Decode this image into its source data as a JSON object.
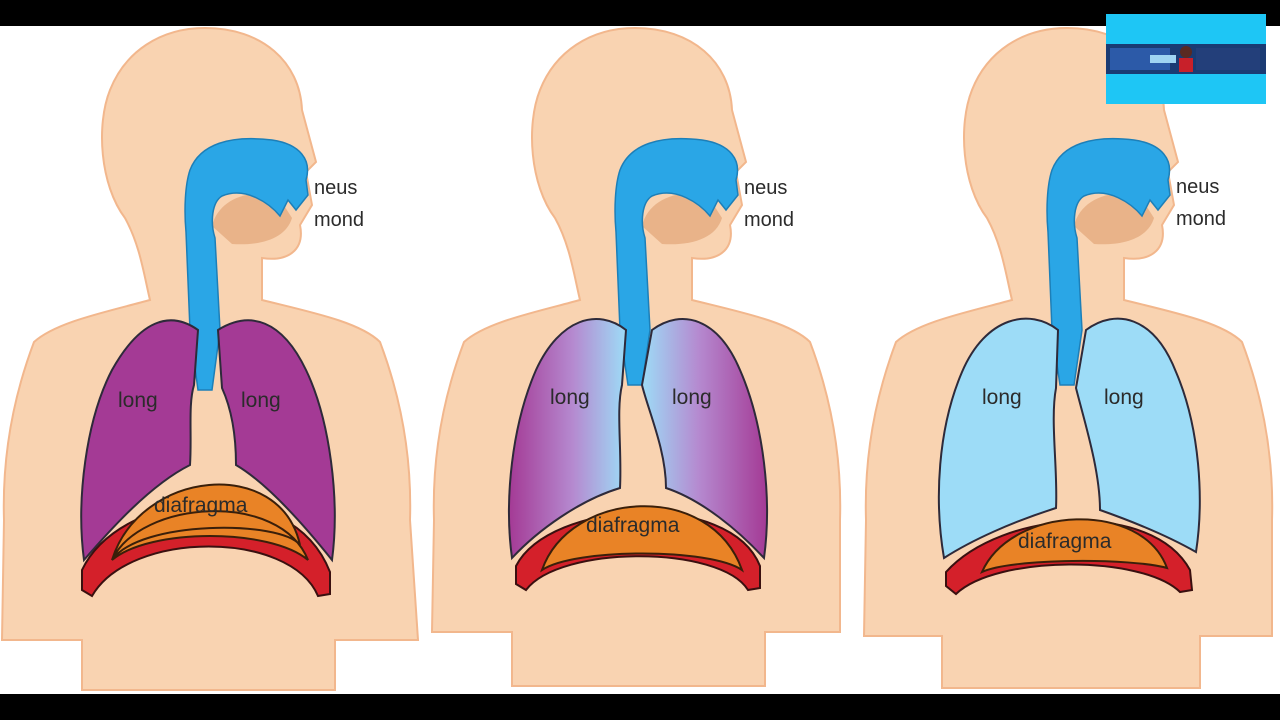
{
  "colors": {
    "background": "#ffffff",
    "letterbox": "#000000",
    "skin": "#f9d3b1",
    "skin_outline": "#f2b78d",
    "airway": "#2aa6e6",
    "airway_dark": "#1d7fb8",
    "lung_exhale": "#a43a95",
    "lung_inhale": "#9ddcf7",
    "diaphragm_muscle": "#d4202a",
    "diaphragm_fill": "#e98326",
    "thumb_bg": "#1ec6f5"
  },
  "figures": [
    {
      "stage": "exhale",
      "nose_label": "neus",
      "mouth_label": "mond",
      "lung_left_label": "long",
      "lung_right_label": "long",
      "diaphragm_label": "diafragma"
    },
    {
      "stage": "transition",
      "nose_label": "neus",
      "mouth_label": "mond",
      "lung_left_label": "long",
      "lung_right_label": "long",
      "diaphragm_label": "diafragma"
    },
    {
      "stage": "inhale",
      "nose_label": "neus",
      "mouth_label": "mond",
      "lung_left_label": "long",
      "lung_right_label": "long",
      "diaphragm_label": "diafragma"
    }
  ],
  "thumbnail": {
    "icon": "channel-logo-thumbnail-icon"
  }
}
